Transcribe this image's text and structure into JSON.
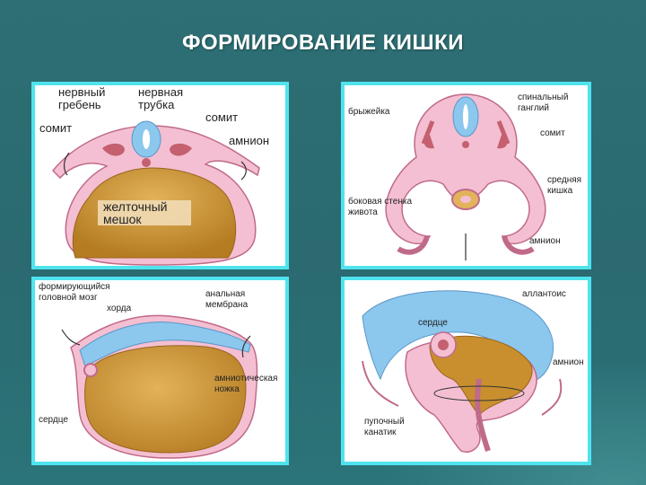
{
  "title": "ФОРМИРОВАНИЕ КИШКИ",
  "panel1": {
    "neural_crest": [
      "нервный",
      "гребень"
    ],
    "neural_tube": [
      "нервная",
      "трубка"
    ],
    "somite_right": "сомит",
    "somite_left": "сомит",
    "amnion": "амнион",
    "yolk_sac": [
      "желточный",
      "мешок"
    ]
  },
  "panel2": {
    "spinal_ganglion": [
      "спинальный",
      "ганглий"
    ],
    "mesentery": "брыжейка",
    "somite": "сомит",
    "midgut": [
      "средняя",
      "кишка"
    ],
    "lateral_wall": [
      "боковая стенка",
      "живота"
    ],
    "amnion": "амнион"
  },
  "panel3": {
    "forming_brain": [
      "формирующийся",
      "головной мозг"
    ],
    "notochord": "хорда",
    "anal_membrane": [
      "анальная",
      "мембрана"
    ],
    "amniotic_stalk": [
      "амниотическая",
      "ножка"
    ],
    "heart": "сердце"
  },
  "panel4": {
    "allantois": "аллантоис",
    "heart": "сердце",
    "amnion": "амнион",
    "umbilical_cord": [
      "пупочный",
      "канатик"
    ]
  },
  "colors": {
    "background": "#2d6f74",
    "panel_border": "#4fe3ee",
    "tissue_pink": "#f2b6cc",
    "tissue_outline": "#c06a8a",
    "yolk": "#c98f2e",
    "neural_blue": "#8cc7ee",
    "somite_red": "#c4606f"
  }
}
